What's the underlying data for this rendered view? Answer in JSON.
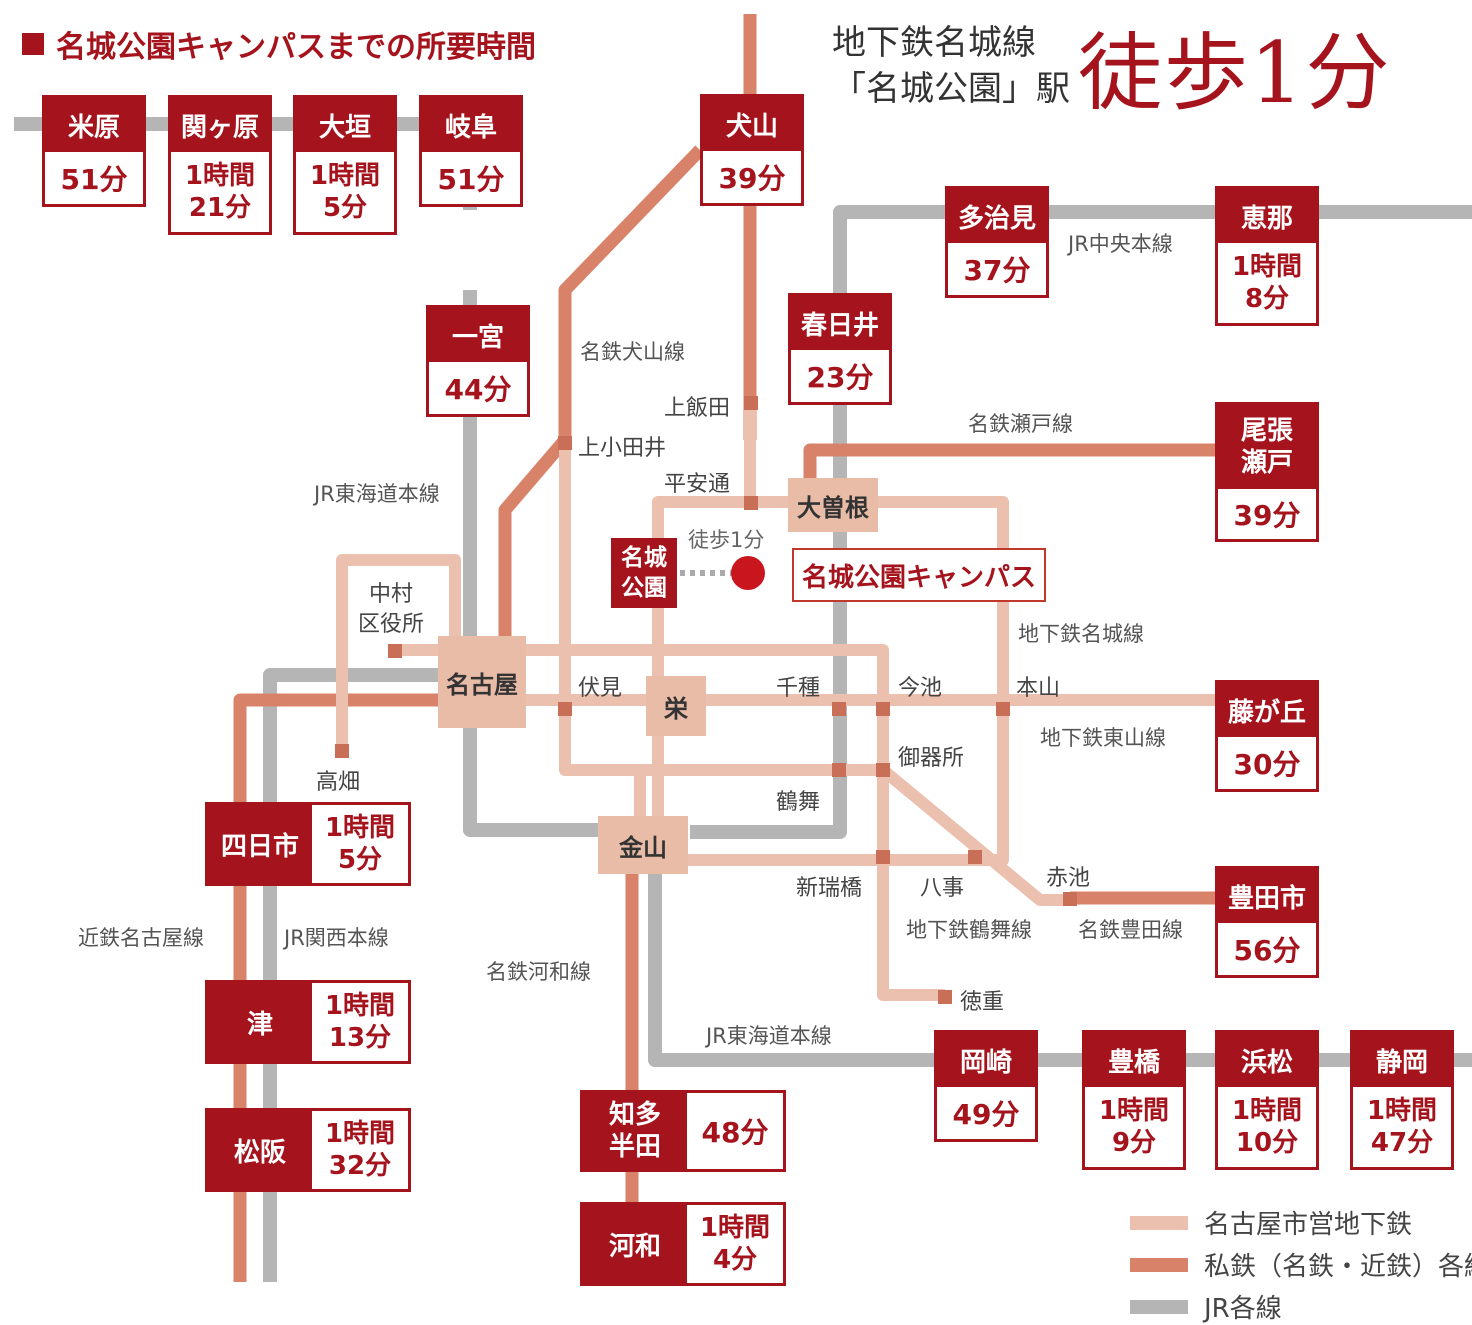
{
  "header": {
    "title": "名城公園キャンパスまでの所要時間",
    "headline_line1": "地下鉄名城線",
    "headline_line2": "「名城公園」駅",
    "headline_main": "徒歩1分"
  },
  "colors": {
    "accent": "#a5131d",
    "subway": "#ebc0ae",
    "private": "#d9826a",
    "jr": "#b5b5b5"
  },
  "stations": {
    "maibara": {
      "name": "米原",
      "time1": "51分",
      "time2": ""
    },
    "sekigahara": {
      "name": "関ヶ原",
      "time1": "1時間",
      "time2": "21分"
    },
    "ogaki": {
      "name": "大垣",
      "time1": "1時間",
      "time2": "5分"
    },
    "gifu": {
      "name": "岐阜",
      "time1": "51分",
      "time2": ""
    },
    "inuyama": {
      "name": "犬山",
      "time1": "39分",
      "time2": ""
    },
    "tajimi": {
      "name": "多治見",
      "time1": "37分",
      "time2": ""
    },
    "ena": {
      "name": "恵那",
      "time1": "1時間",
      "time2": "8分"
    },
    "ichinomiya": {
      "name": "一宮",
      "time1": "44分",
      "time2": ""
    },
    "kasugai": {
      "name": "春日井",
      "time1": "23分",
      "time2": ""
    },
    "owariseto": {
      "name": "尾張\n瀬戸",
      "time1": "39分",
      "time2": ""
    },
    "fujigaoka": {
      "name": "藤が丘",
      "time1": "30分",
      "time2": ""
    },
    "toyotashi": {
      "name": "豊田市",
      "time1": "56分",
      "time2": ""
    },
    "yokkaichi": {
      "name": "四日市",
      "time1": "1時間",
      "time2": "5分"
    },
    "tsu": {
      "name": "津",
      "time1": "1時間",
      "time2": "13分"
    },
    "matsusaka": {
      "name": "松阪",
      "time1": "1時間",
      "time2": "32分"
    },
    "chitahanda": {
      "name": "知多\n半田",
      "time1": "48分",
      "time2": ""
    },
    "kowa": {
      "name": "河和",
      "time1": "1時間",
      "time2": "4分"
    },
    "okazaki": {
      "name": "岡崎",
      "time1": "49分",
      "time2": ""
    },
    "toyohashi": {
      "name": "豊橋",
      "time1": "1時間",
      "time2": "9分"
    },
    "hamamatsu": {
      "name": "浜松",
      "time1": "1時間",
      "time2": "10分"
    },
    "shizuoka": {
      "name": "静岡",
      "time1": "1時間",
      "time2": "47分"
    }
  },
  "hubs": {
    "nagoya": "名古屋",
    "sakae": "栄",
    "kanayama": "金山",
    "ozone": "大曽根"
  },
  "meijo_station": {
    "line1": "名城",
    "line2": "公園"
  },
  "campus": {
    "label": "名城公園キャンパス",
    "walk": "徒歩1分"
  },
  "line_labels": {
    "meitetsu_inuyama": "名鉄犬山線",
    "jr_chuo": "JR中央本線",
    "meitetsu_seto": "名鉄瀬戸線",
    "jr_tokaido_north": "JR東海道本線",
    "subway_meijo": "地下鉄名城線",
    "subway_higashiyama": "地下鉄東山線",
    "subway_tsurumai": "地下鉄鶴舞線",
    "meitetsu_toyota": "名鉄豊田線",
    "kintetsu_nagoya": "近鉄名古屋線",
    "jr_kansai": "JR関西本線",
    "meitetsu_kowa": "名鉄河和線",
    "jr_tokaido_south": "JR東海道本線"
  },
  "minor_stations": {
    "kamiiida": "上飯田",
    "kamiotai": "上小田井",
    "heiando": "平安通",
    "nakamura_kuyakusho": "中村\n区役所",
    "fushimi": "伏見",
    "chikusa": "千種",
    "imaike": "今池",
    "motoyama": "本山",
    "gokiso": "御器所",
    "takabata": "高畑",
    "tsurumai": "鶴舞",
    "aratamabashi": "新瑞橋",
    "yagoto": "八事",
    "akaike": "赤池",
    "tokushige": "徳重"
  },
  "legend": [
    {
      "label": "名古屋市営地下鉄",
      "color": "#ebc0ae"
    },
    {
      "label": "私鉄（名鉄・近鉄）各線",
      "color": "#d9826a"
    },
    {
      "label": "JR各線",
      "color": "#b5b5b5"
    }
  ]
}
